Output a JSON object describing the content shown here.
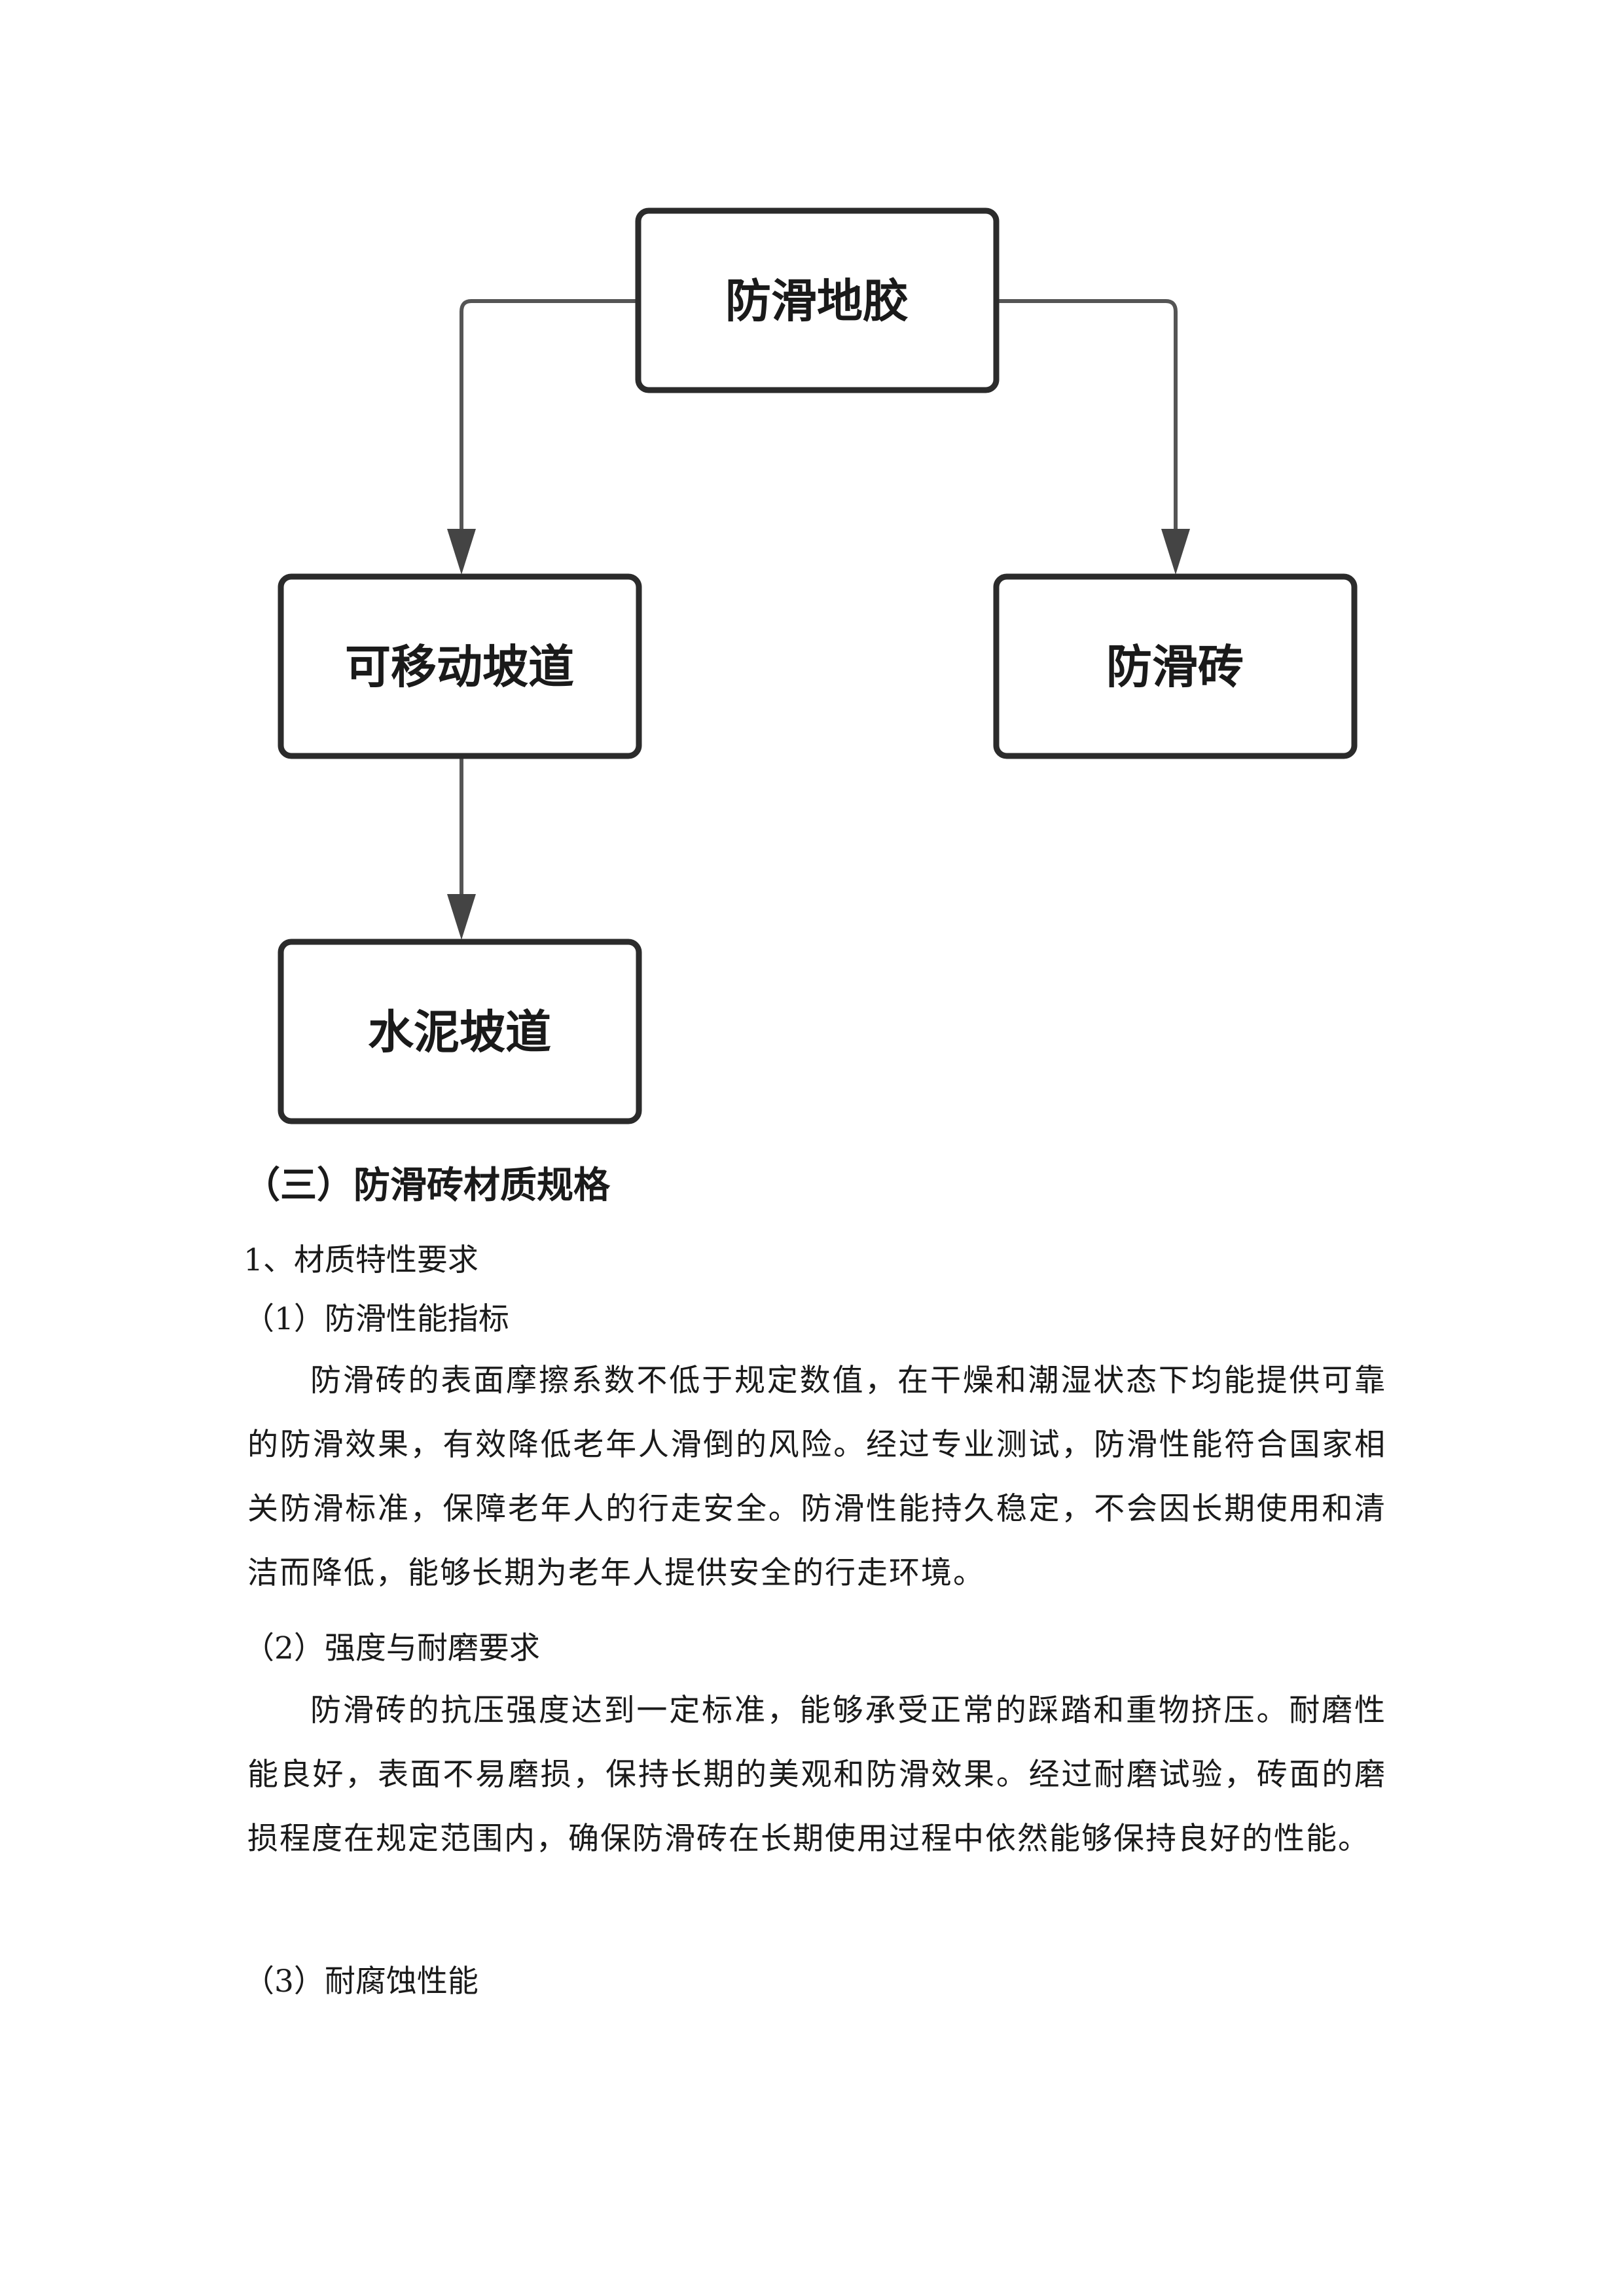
{
  "diagram": {
    "nodes": {
      "root": "防滑地胶",
      "left": "可移动坡道",
      "right": "防滑砖",
      "bottom": "水泥坡道"
    }
  },
  "section": {
    "heading": "（三）防滑砖材质规格",
    "subheading": "1、材质特性要求",
    "items": [
      {
        "title": "（1）防滑性能指标",
        "body": "防滑砖的表面摩擦系数不低于规定数值，在干燥和潮湿状态下均能提供可靠的防滑效果，有效降低老年人滑倒的风险。经过专业测试，防滑性能符合国家相关防滑标准，保障老年人的行走安全。防滑性能持久稳定，不会因长期使用和清洁而降低，能够长期为老年人提供安全的行走环境。"
      },
      {
        "title": "（2）强度与耐磨要求",
        "body": "防滑砖的抗压强度达到一定标准，能够承受正常的踩踏和重物挤压。耐磨性能良好，表面不易磨损，保持长期的美观和防滑效果。经过耐磨试验，砖面的磨损程度在规定范围内，确保防滑砖在长期使用过程中依然能够保持良好的性能。"
      },
      {
        "title": "（3）耐腐蚀性能"
      }
    ]
  }
}
